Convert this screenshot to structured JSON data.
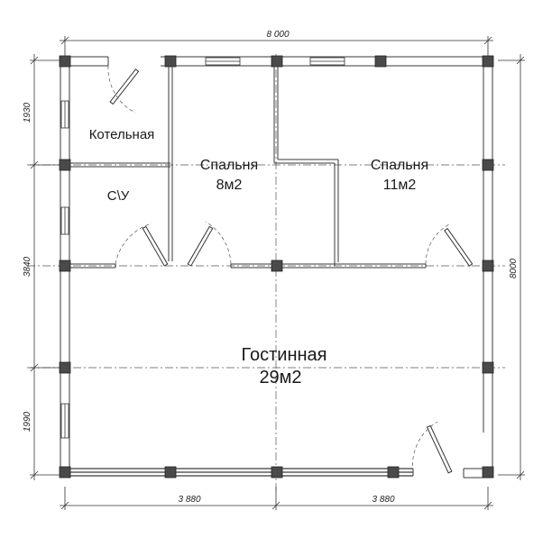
{
  "plan": {
    "dimensions": {
      "top_total": "8 000",
      "right_total": "8000",
      "left_upper": "1930",
      "left_middle": "3840",
      "left_lower": "1990",
      "bottom_left": "3 880",
      "bottom_right": "3 880"
    },
    "rooms": {
      "boiler": {
        "name": "Котельная"
      },
      "bathroom": {
        "name": "С\\У"
      },
      "bedroom_small": {
        "name": "Спальня",
        "area": "8м2"
      },
      "bedroom_large": {
        "name": "Спальня",
        "area": "11м2"
      },
      "living": {
        "name": "Гостинная",
        "area": "29м2"
      }
    }
  }
}
